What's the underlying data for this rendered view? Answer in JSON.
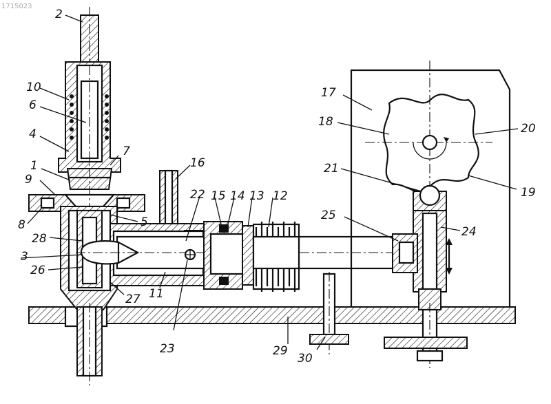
{
  "diagram": {
    "watermark": "1715023",
    "callouts": [
      {
        "id": "c1",
        "label": "1"
      },
      {
        "id": "c2",
        "label": "2"
      },
      {
        "id": "c3",
        "label": "3"
      },
      {
        "id": "c4",
        "label": "4"
      },
      {
        "id": "c5",
        "label": "5"
      },
      {
        "id": "c6",
        "label": "6"
      },
      {
        "id": "c7",
        "label": "7"
      },
      {
        "id": "c8",
        "label": "8"
      },
      {
        "id": "c9",
        "label": "9"
      },
      {
        "id": "c10",
        "label": "10"
      },
      {
        "id": "c11",
        "label": "11"
      },
      {
        "id": "c12",
        "label": "12"
      },
      {
        "id": "c13",
        "label": "13"
      },
      {
        "id": "c14",
        "label": "14"
      },
      {
        "id": "c15",
        "label": "15"
      },
      {
        "id": "c16",
        "label": "16"
      },
      {
        "id": "c17",
        "label": "17"
      },
      {
        "id": "c18",
        "label": "18"
      },
      {
        "id": "c19",
        "label": "19"
      },
      {
        "id": "c20",
        "label": "20"
      },
      {
        "id": "c21",
        "label": "21"
      },
      {
        "id": "c22",
        "label": "22"
      },
      {
        "id": "c23",
        "label": "23"
      },
      {
        "id": "c24",
        "label": "24"
      },
      {
        "id": "c25",
        "label": "25"
      },
      {
        "id": "c26",
        "label": "26"
      },
      {
        "id": "c27",
        "label": "27"
      },
      {
        "id": "c28",
        "label": "28"
      },
      {
        "id": "c29",
        "label": "29"
      },
      {
        "id": "c30",
        "label": "30"
      }
    ]
  }
}
